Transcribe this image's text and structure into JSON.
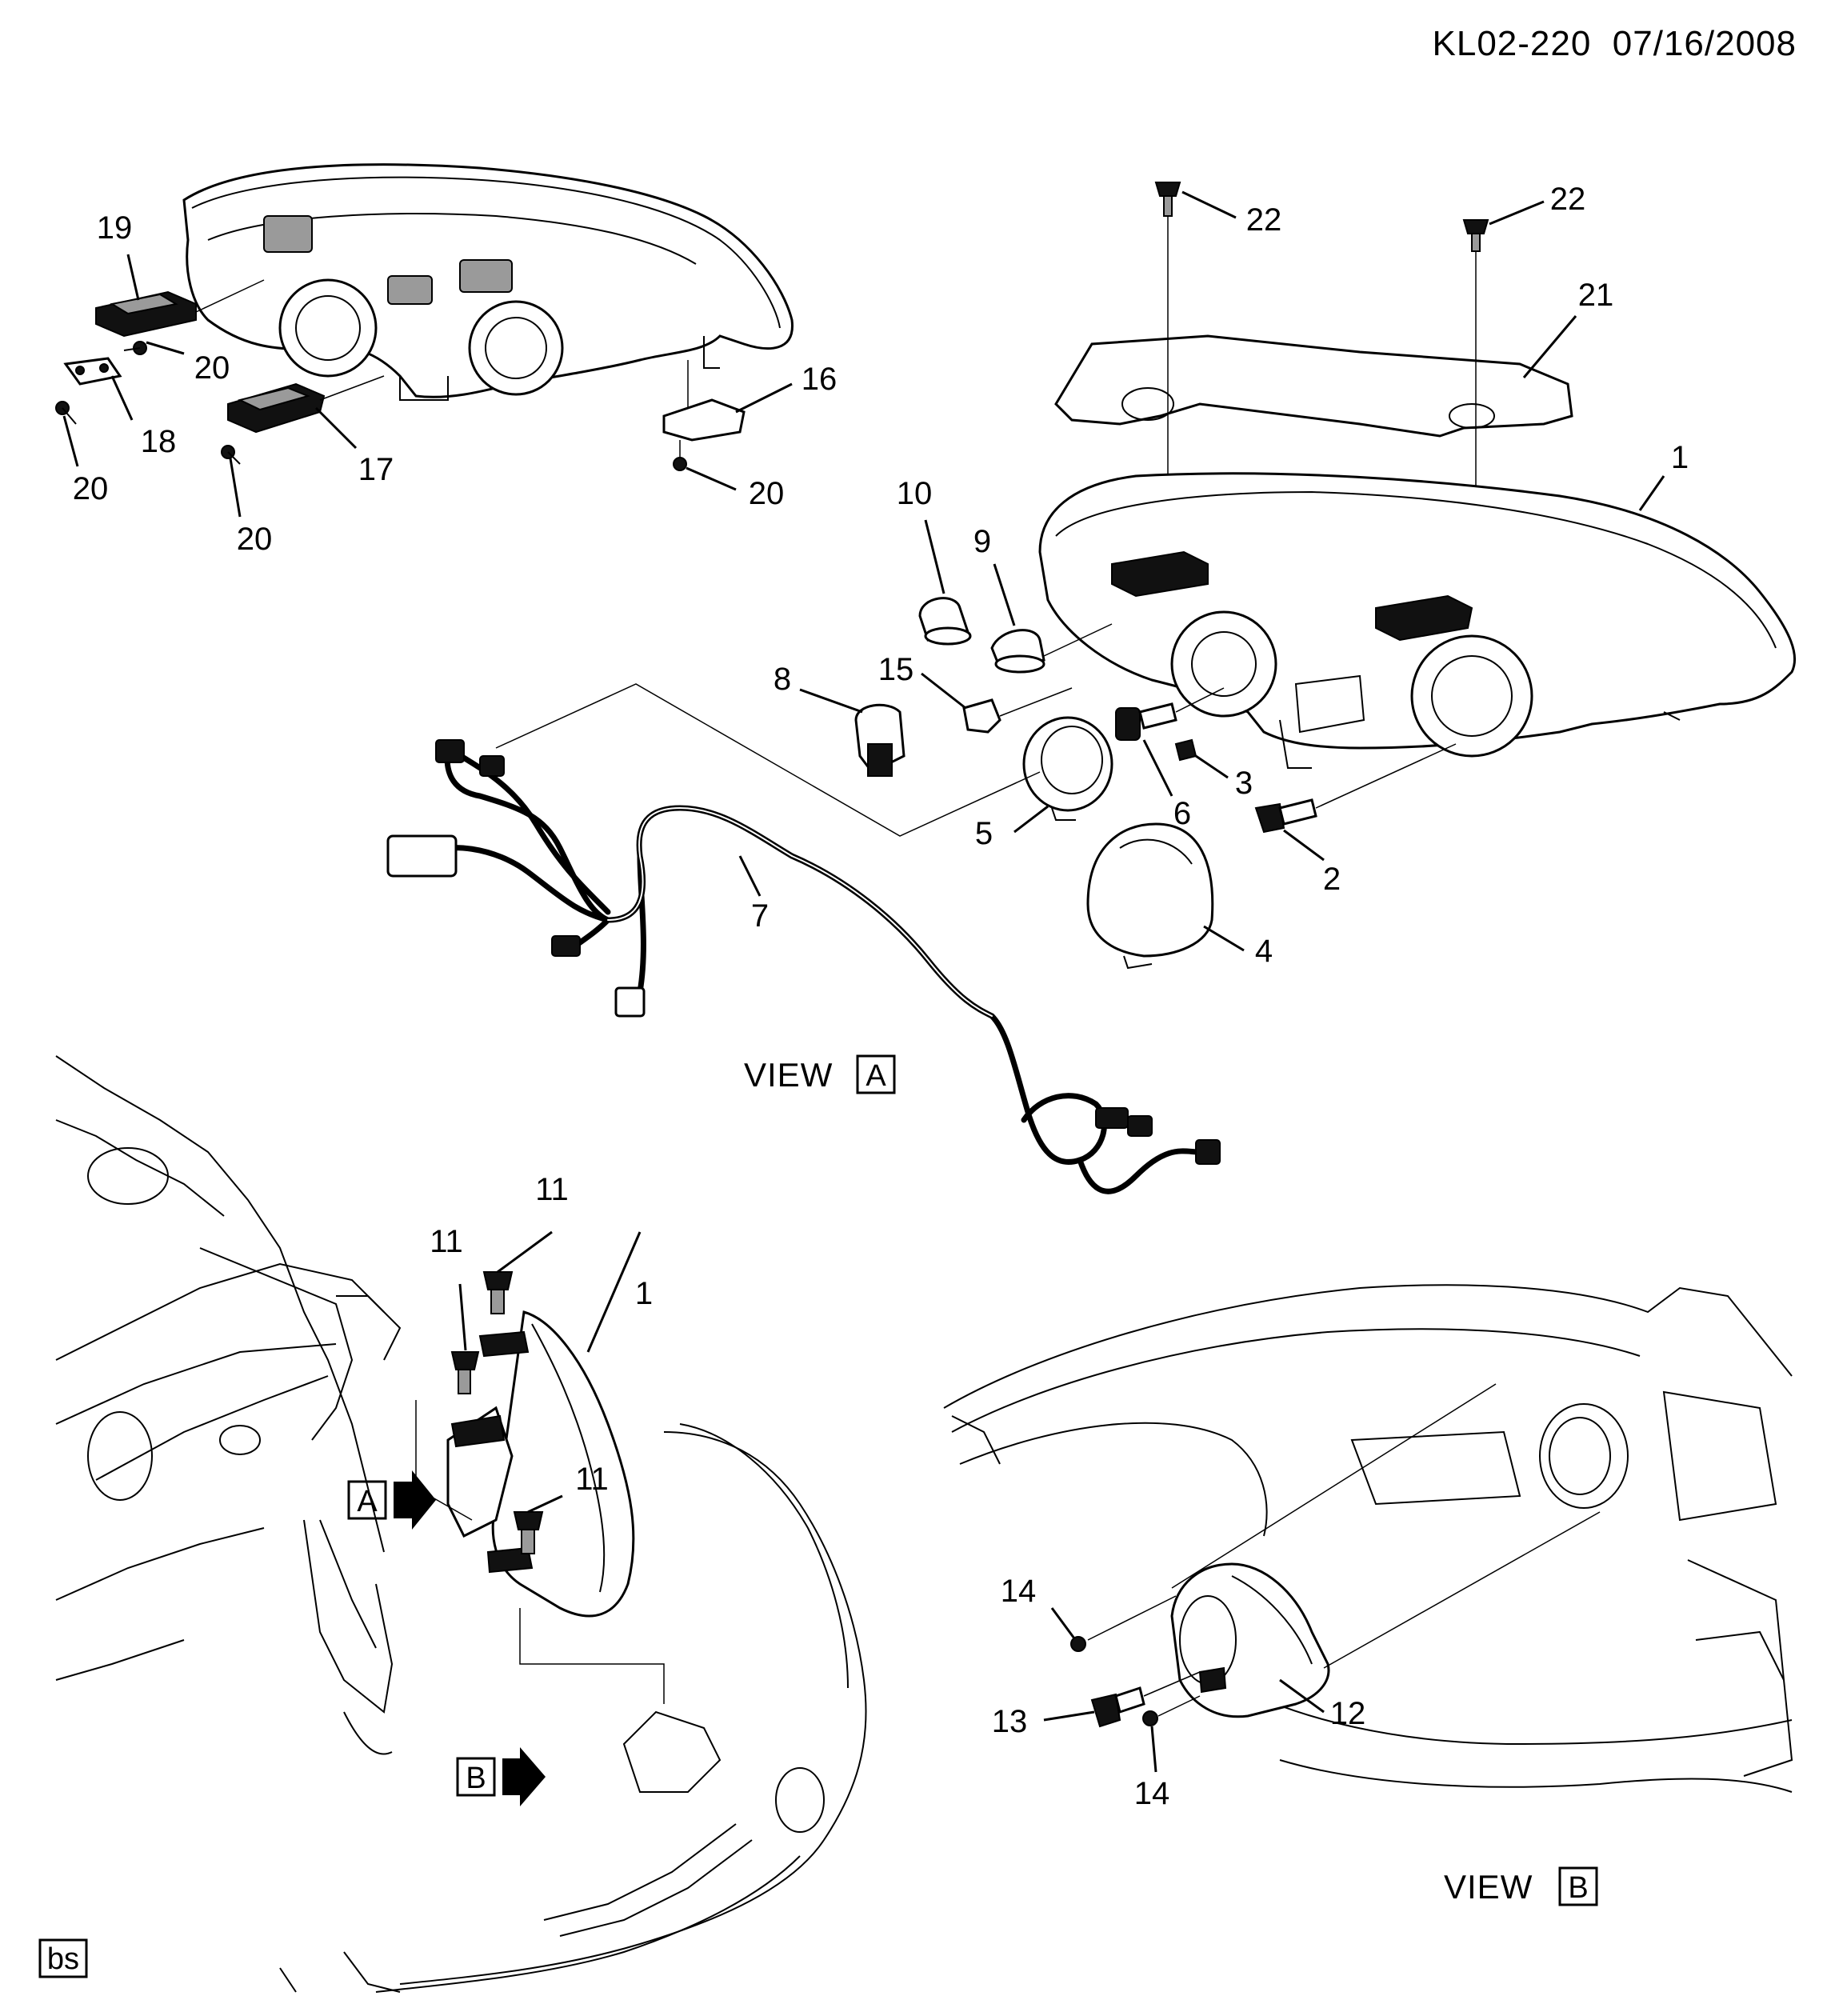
{
  "header": {
    "code": "KL02-220",
    "date": "07/16/2008"
  },
  "views": {
    "view_a": {
      "word": "VIEW",
      "letter": "A"
    },
    "view_b": {
      "word": "VIEW",
      "letter": "B"
    }
  },
  "arrows": {
    "a": "A",
    "b": "B"
  },
  "corner_tag": "bs",
  "callouts": {
    "c1_top": "1",
    "c2": "2",
    "c3": "3",
    "c4": "4",
    "c5": "5",
    "c6": "6",
    "c7": "7",
    "c8": "8",
    "c9": "9",
    "c10": "10",
    "c15": "15",
    "c16": "16",
    "c17": "17",
    "c18": "18",
    "c19": "19",
    "c20_a": "20",
    "c20_b": "20",
    "c20_c": "20",
    "c20_d": "20",
    "c21": "21",
    "c22_a": "22",
    "c22_b": "22",
    "c11_a": "11",
    "c11_b": "11",
    "c11_c": "11",
    "c1_bottom": "1",
    "c12": "12",
    "c13": "13",
    "c14_a": "14",
    "c14_b": "14"
  }
}
